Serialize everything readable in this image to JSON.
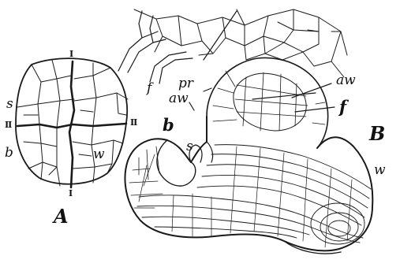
{
  "figure": {
    "panel_a_label": "A",
    "panel_b_label": "B",
    "panel_a_labels": {
      "top_I": "I",
      "bottom_I": "I",
      "left_II": "II",
      "right_II": "II",
      "s": "s",
      "b": "b",
      "w": "w"
    },
    "panel_b_labels": {
      "f_outer": "f",
      "pr": "pr",
      "aw_left": "aw",
      "aw_right": "aw",
      "f_inner": "f",
      "b": "b",
      "s": "s",
      "w": "w"
    }
  }
}
